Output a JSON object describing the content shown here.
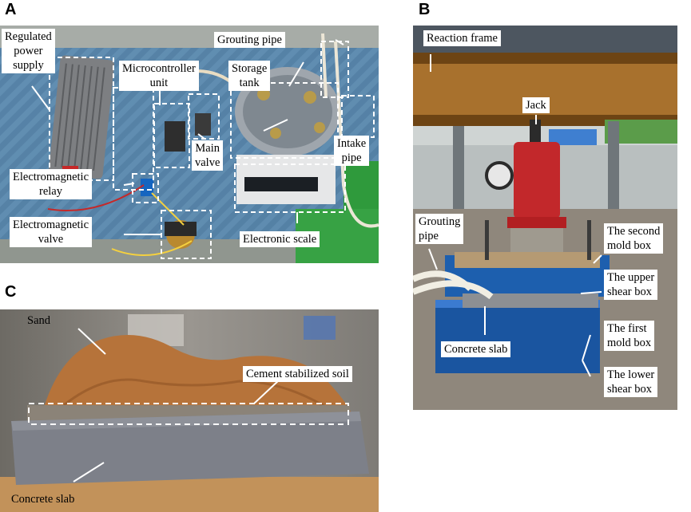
{
  "panels": {
    "a": {
      "letter": "A",
      "labels": {
        "regulated_power_supply": [
          "Regulated",
          "power",
          "supply"
        ],
        "microcontroller_unit": [
          "Microcontroller",
          "unit"
        ],
        "grouting_pipe": "Grouting pipe",
        "storage_tank": [
          "Storage",
          "tank"
        ],
        "main_valve": [
          "Main",
          "valve"
        ],
        "intake_pipe": [
          "Intake",
          "pipe"
        ],
        "electromagnetic_relay": [
          "Electromagnetic",
          "relay"
        ],
        "electromagnetic_valve": [
          "Electromagnetic",
          "valve"
        ],
        "electronic_scale": "Electronic scale"
      }
    },
    "b": {
      "letter": "B",
      "labels": {
        "reaction_frame": "Reaction frame",
        "jack": "Jack",
        "grouting_pipe": [
          "Grouting",
          "pipe"
        ],
        "second_mold_box": [
          "The second",
          "mold box"
        ],
        "upper_shear_box": [
          "The upper",
          "shear box"
        ],
        "concrete_slab": "Concrete slab",
        "first_mold_box": [
          "The first",
          "mold box"
        ],
        "lower_shear_box": [
          "The lower",
          "shear box"
        ]
      }
    },
    "c": {
      "letter": "C",
      "labels": {
        "sand": "Sand",
        "cement_stabilized_soil": "Cement stabilized soil",
        "concrete_slab": "Concrete slab"
      }
    }
  },
  "colors": {
    "annotation": "#ffffff",
    "label_bg": "#ffffff",
    "text": "#000000"
  }
}
